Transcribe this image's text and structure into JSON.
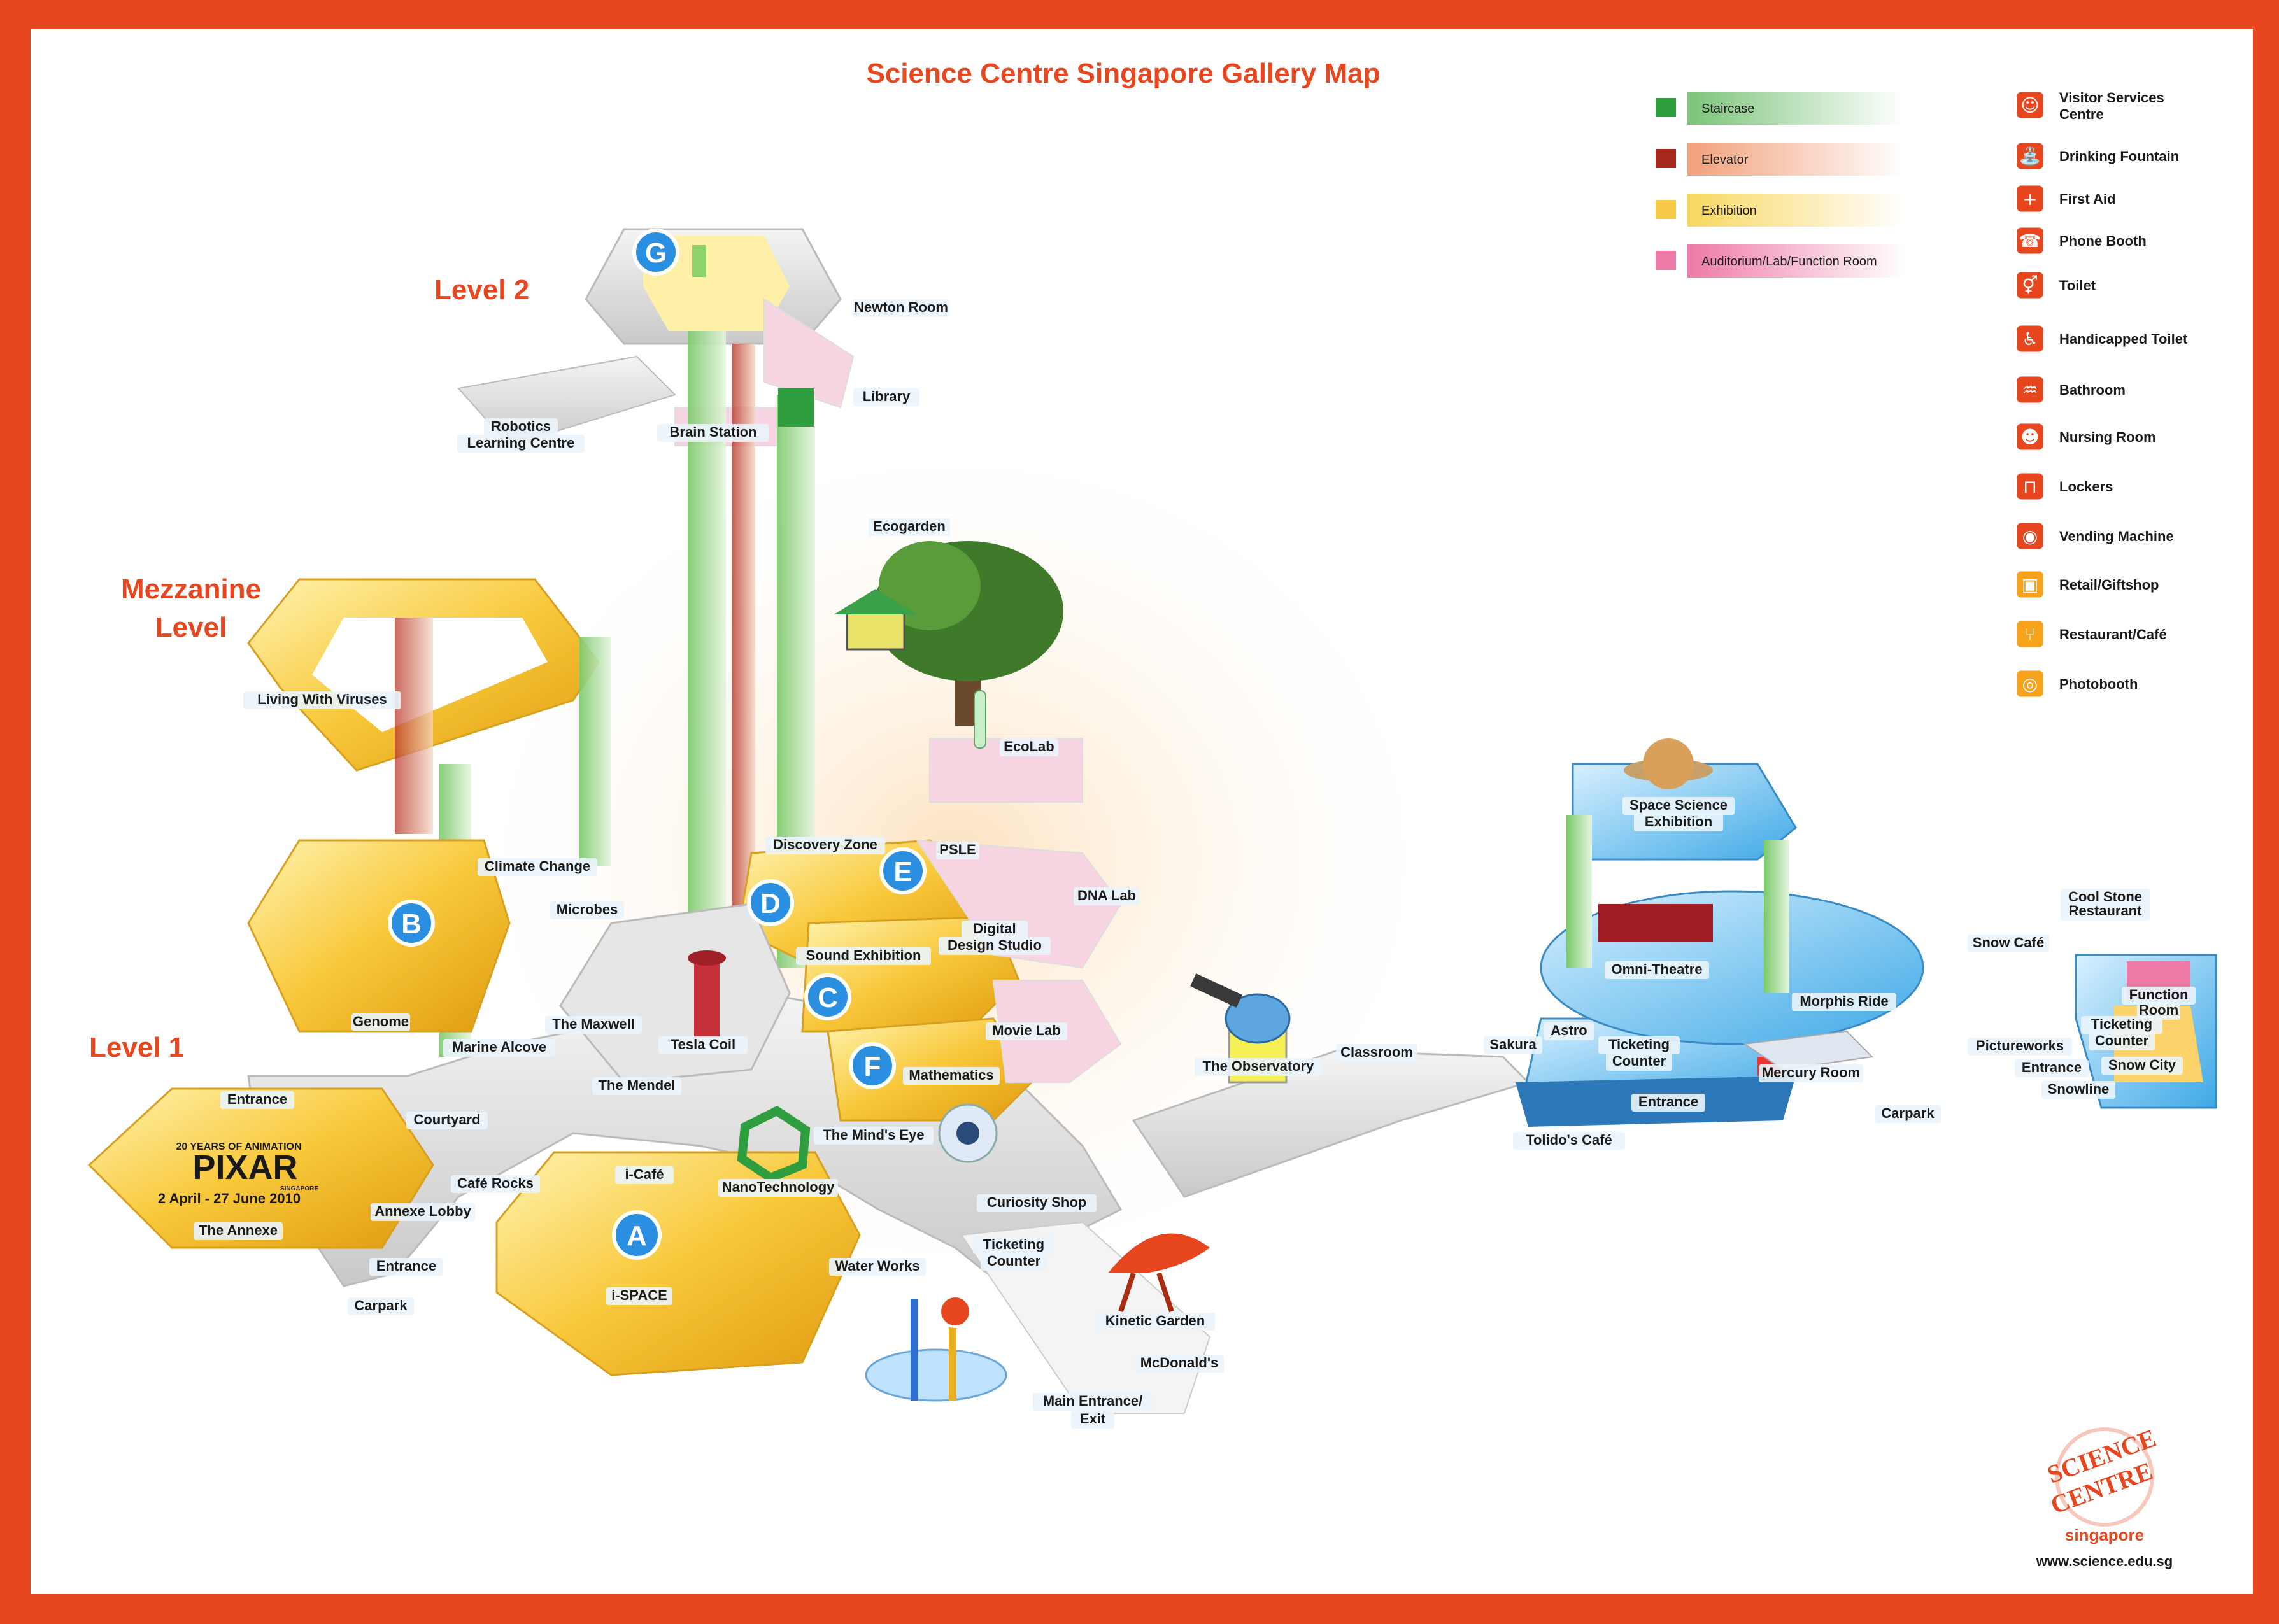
{
  "title": "Science Centre Singapore Gallery Map",
  "levels": {
    "level2": "Level 2",
    "mezzanine_1": "Mezzanine",
    "mezzanine_2": "Level",
    "level1": "Level 1"
  },
  "zones": {
    "a": "A",
    "b": "B",
    "c": "C",
    "d": "D",
    "e": "E",
    "f": "F",
    "g": "G"
  },
  "labels": {
    "newton_room": "Newton Room",
    "library": "Library",
    "brain_station": "Brain Station",
    "robotics_1": "Robotics",
    "robotics_2": "Learning Centre",
    "ecogarden": "Ecogarden",
    "ecolab": "EcoLab",
    "living_viruses": "Living With Viruses",
    "climate_change": "Climate Change",
    "microbes": "Microbes",
    "genome": "Genome",
    "marine_alcove": "Marine Alcove",
    "maxwell": "The Maxwell",
    "tesla_coil": "Tesla Coil",
    "mendel": "The Mendel",
    "discovery_zone": "Discovery Zone",
    "psle": "PSLE",
    "dna_lab": "DNA Lab",
    "digital_1": "Digital",
    "digital_2": "Design Studio",
    "sound_exhibition": "Sound Exhibition",
    "movie_lab": "Movie Lab",
    "mathematics": "Mathematics",
    "minds_eye": "The Mind's Eye",
    "nanotech": "NanoTechnology",
    "curiosity_shop": "Curiosity Shop",
    "ticketing_1": "Ticketing",
    "ticketing_2": "Counter",
    "water_works": "Water Works",
    "kinetic_garden": "Kinetic Garden",
    "mcdonalds": "McDonald's",
    "main_entrance_1": "Main Entrance/",
    "main_entrance_2": "Exit",
    "icafe": "i-Café",
    "ispace": "i-SPACE",
    "entrance_top": "Entrance",
    "courtyard": "Courtyard",
    "cafe_rocks": "Café Rocks",
    "annexe_lobby": "Annexe Lobby",
    "the_annexe": "The Annexe",
    "entrance_left": "Entrance",
    "carpark_left": "Carpark",
    "observatory": "The Observatory",
    "classroom": "Classroom",
    "space_sci_1": "Space Science",
    "space_sci_2": "Exhibition",
    "omni_theatre": "Omni-Theatre",
    "morphis_ride": "Morphis Ride",
    "sakura": "Sakura",
    "astro": "Astro",
    "ticketing_r1": "Ticketing",
    "ticketing_r2": "Counter",
    "mercury_room": "Mercury Room",
    "entrance_omni": "Entrance",
    "tolidos_cafe": "Tolido's Café",
    "carpark_right": "Carpark",
    "cool_stone_1": "Cool Stone",
    "cool_stone_2": "Restaurant",
    "snow_cafe": "Snow Café",
    "function_1": "Function",
    "function_2": "Room",
    "pictureworks": "Pictureworks",
    "ticketing_s1": "Ticketing",
    "ticketing_s2": "Counter",
    "entrance_snow": "Entrance",
    "snow_city": "Snow City",
    "snowline": "Snowline"
  },
  "pixar": {
    "line1": "20 YEARS OF ANIMATION",
    "logo": "PIXAR",
    "sub": "SINGAPORE",
    "dates": "2 April - 27 June 2010"
  },
  "legend_areas": [
    {
      "label": "Staircase",
      "color": "#2e9e3e"
    },
    {
      "label": "Elevator",
      "color": "#a8281e"
    },
    {
      "label": "Exhibition",
      "color": "#f6c94a"
    },
    {
      "label": "Auditorium/Lab/Function Room",
      "color": "#ee7aa8"
    }
  ],
  "legend_icons": [
    {
      "label1": "Visitor Services",
      "label2": "Centre",
      "icon": "visitor-services-icon"
    },
    {
      "label1": "Drinking Fountain",
      "label2": "",
      "icon": "drinking-fountain-icon"
    },
    {
      "label1": "First Aid",
      "label2": "",
      "icon": "first-aid-icon"
    },
    {
      "label1": "Phone Booth",
      "label2": "",
      "icon": "phone-booth-icon"
    },
    {
      "label1": "Toilet",
      "label2": "",
      "icon": "toilet-icon"
    },
    {
      "label1": "Handicapped Toilet",
      "label2": "",
      "icon": "handicapped-toilet-icon"
    },
    {
      "label1": "Bathroom",
      "label2": "",
      "icon": "bathroom-icon"
    },
    {
      "label1": "Nursing Room",
      "label2": "",
      "icon": "nursing-room-icon"
    },
    {
      "label1": "Lockers",
      "label2": "",
      "icon": "lockers-icon"
    },
    {
      "label1": "Vending Machine",
      "label2": "",
      "icon": "vending-machine-icon"
    },
    {
      "label1": "Retail/Giftshop",
      "label2": "",
      "icon": "retail-giftshop-icon"
    },
    {
      "label1": "Restaurant/Café",
      "label2": "",
      "icon": "restaurant-cafe-icon"
    },
    {
      "label1": "Photobooth",
      "label2": "",
      "icon": "photobooth-icon"
    }
  ],
  "brand": {
    "line1": "SCIENCE",
    "line2": "CENTRE",
    "sub": "singapore",
    "url": "www.science.edu.sg"
  }
}
